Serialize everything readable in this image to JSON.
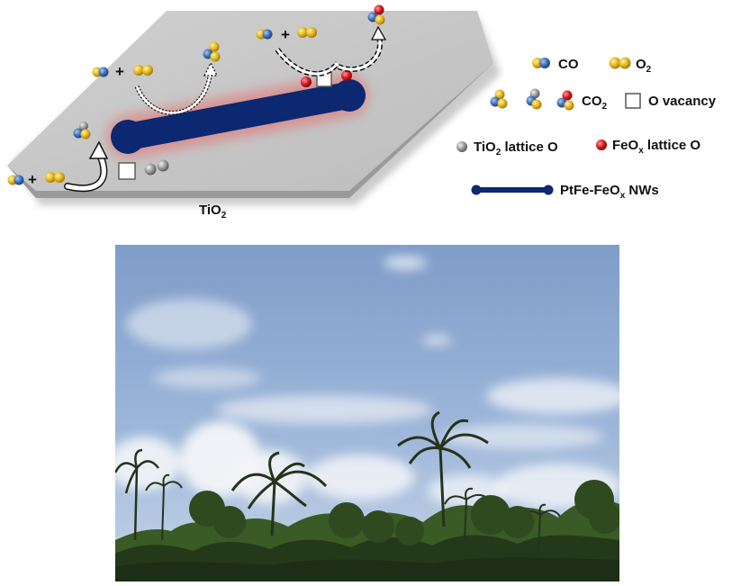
{
  "diagram": {
    "substrate_label": "TiO",
    "substrate_sub": "2",
    "plus_sign": "+",
    "legend": {
      "co": "CO",
      "o2": "O",
      "o2_sub": "2",
      "co2": "CO",
      "co2_sub": "2",
      "o_vacancy": "O vacancy",
      "tio2_lattice_o_pre": "TiO",
      "tio2_lattice_o_sub": "2",
      "tio2_lattice_o_post": " lattice O",
      "feox_lattice_o_pre": "FeO",
      "feox_lattice_o_sub": "x",
      "feox_lattice_o_post": " lattice O",
      "nws_pre": "PtFe-FeO",
      "nws_sub": "x",
      "nws_post": " NWs"
    },
    "colors": {
      "substrate_top": "#c4c4c4",
      "substrate_side": "#9a9a9a",
      "nanowire": "#0b2870",
      "nanowire_glow": "#e8605f",
      "carbon_blue": "#3d6fb5",
      "oxygen_gold": "#e3b51a",
      "tio2_o_gray": "#8e8e8e",
      "feox_o_red": "#d9161b"
    }
  },
  "photo": {
    "scene": "sky-and-palm-trees",
    "colors": {
      "sky_top": "#7e9cc8",
      "sky_bottom": "#b9cbe3",
      "cloud": "#f3f5f8",
      "trees_dark": "#1d2d16",
      "trees_mid": "#3a5a26"
    }
  }
}
